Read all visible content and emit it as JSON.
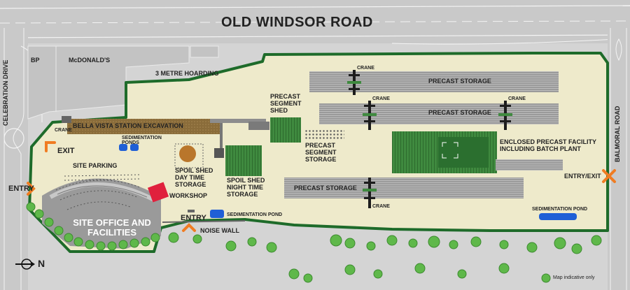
{
  "roads": {
    "old_windsor": "OLD WINDSOR ROAD",
    "celebration": "CELEBRATION DRIVE",
    "balmoral": "BALMORAL ROAD"
  },
  "places": {
    "bp": "BP",
    "mcdonalds": "McDONALD'S",
    "hoarding": "3 METRE HOARDING",
    "noise_wall": "NOISE WALL"
  },
  "site": {
    "excavation": "BELLA VISTA STATION EXCAVATION",
    "crane": "CRANE",
    "sedimentation_ponds": "SEDIMENTATION PONDS",
    "sedimentation_pond": "SEDIMENTATION POND",
    "site_parking": "SITE PARKING",
    "site_office": "SITE OFFICE AND FACILITIES",
    "workshop": "WORKSHOP",
    "spoil_day": "SPOIL SHED DAY TIME STORAGE",
    "spoil_night": "SPOIL SHED NIGHT TIME STORAGE",
    "precast_segment_shed": "PRECAST SEGMENT SHED",
    "precast_segment_storage": "PRECAST SEGMENT STORAGE",
    "precast_storage": "PRECAST STORAGE",
    "enclosed_facility": "ENCLOSED PRECAST FACILITY INCLUDING BATCH PLANT"
  },
  "access": {
    "entry": "ENTRY",
    "exit": "EXIT",
    "entry_exit": "ENTRY/EXIT"
  },
  "legend": {
    "north": "N",
    "note": "Map indicative only"
  },
  "colors": {
    "site_fill": "#eeeacb",
    "boundary": "#1e6b2a",
    "shed": "#3f8a3f",
    "access_marker": "#f07c22",
    "tree": "#5fb84a",
    "pond": "#1f5fd6"
  }
}
